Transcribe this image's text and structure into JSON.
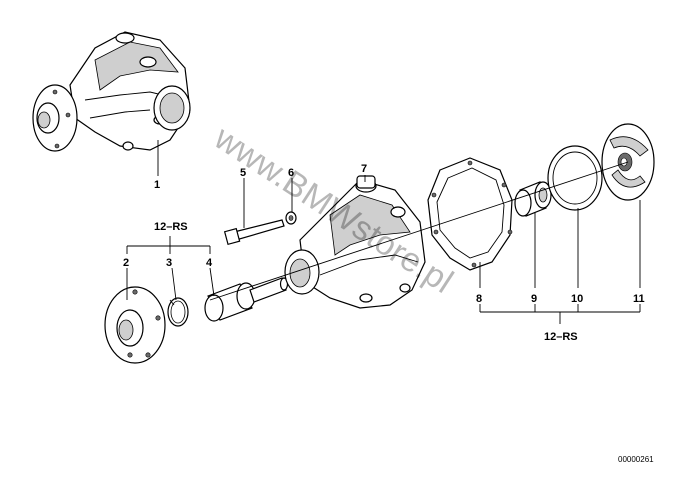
{
  "callouts": {
    "c1": "1",
    "c2": "2",
    "c3": "3",
    "c4": "4",
    "c5": "5",
    "c6": "6",
    "c7": "7",
    "c8": "8",
    "c9": "9",
    "c10": "10",
    "c11": "11"
  },
  "groups": {
    "left": "12–RS",
    "right": "12–RS"
  },
  "watermark": "www.BMWstore.pl",
  "diagram_ref": "00000261"
}
